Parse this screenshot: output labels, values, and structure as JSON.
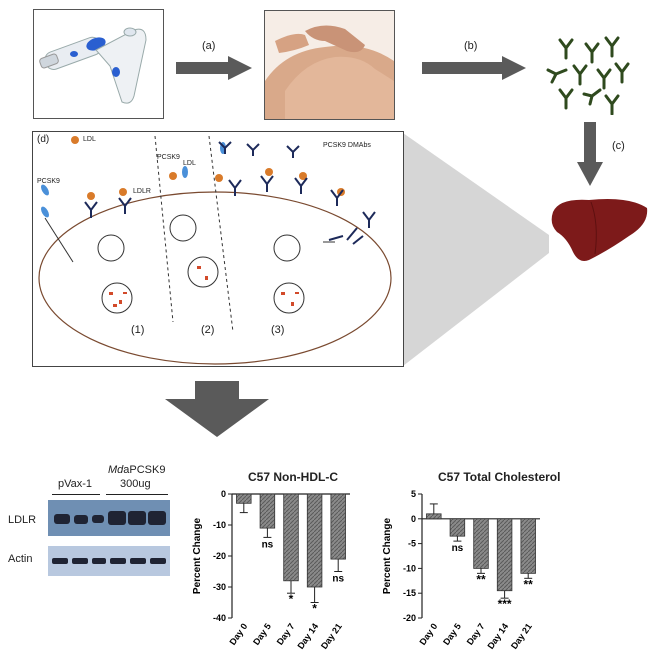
{
  "steps": {
    "a": "(a)",
    "b": "(b)",
    "c": "(c)",
    "d": "(d)"
  },
  "mechanism": {
    "ldl_label": "LDL",
    "pcsk9_label": "PCSK9",
    "ldlr_label": "LDLR",
    "pcsk9_ldl_label_1": "PCSK9",
    "pcsk9_ldl_label_2": "LDL",
    "dmabs_label": "PCSK9 DMAbs",
    "panel_1": "(1)",
    "panel_2": "(2)",
    "panel_3": "(3)"
  },
  "blot": {
    "group_1": "pVax-1",
    "group_2_italic": "Md",
    "group_2_rest": "aPCSK9",
    "group_2_dose": "300ug",
    "row_1": "LDLR",
    "row_2": "Actin"
  },
  "chart_data": [
    {
      "type": "bar",
      "title": "C57 Non-HDL-C",
      "ylabel": "Percent Change",
      "categories": [
        "Day 0",
        "Day 5",
        "Day 7",
        "Day 14",
        "Day 21"
      ],
      "values": [
        -3,
        -11,
        -28,
        -30,
        -21
      ],
      "errors": [
        3,
        3,
        4,
        5,
        4
      ],
      "annotations": [
        "",
        "ns",
        "*",
        "*",
        "ns"
      ],
      "ylim": [
        -40,
        0
      ],
      "yticks": [
        0,
        -10,
        -20,
        -30,
        -40
      ]
    },
    {
      "type": "bar",
      "title": "C57 Total Cholesterol",
      "ylabel": "Percent Change",
      "categories": [
        "Day 0",
        "Day 5",
        "Day 7",
        "Day 14",
        "Day 21"
      ],
      "values": [
        1,
        -3.5,
        -10,
        -14.5,
        -11
      ],
      "errors": [
        2,
        1,
        1,
        1.5,
        1
      ],
      "annotations": [
        "",
        "ns",
        "**",
        "***",
        "**"
      ],
      "ylim": [
        -20,
        5
      ],
      "yticks": [
        5,
        0,
        -5,
        -10,
        -15,
        -20
      ]
    }
  ]
}
